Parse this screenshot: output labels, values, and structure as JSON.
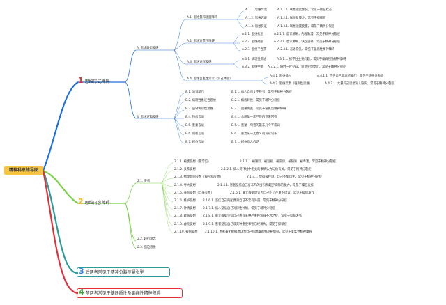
{
  "root": "精神科思维导图",
  "colors": {
    "root_bg": "#f7c544",
    "branch1": "#1f6fdc",
    "branch2": "#7bd148",
    "branch3": "#2a9a9a",
    "branch4": "#e0303a",
    "num1": "#e0303a",
    "num2": "#f7c544",
    "num3": "#2d7bd8",
    "num4": "#3aa83a"
  },
  "branches": [
    {
      "num": "1",
      "label": "思维形式障碍"
    },
    {
      "num": "2",
      "label": "思维内容障碍"
    },
    {
      "num": "3",
      "label": "后两者常见于精神分裂症紧张型"
    },
    {
      "num": "4",
      "label": "前两者常见于脑器质性及癫痫性精神障碍"
    }
  ],
  "branch1": {
    "A": "A. 思维联想障碍",
    "A1": "A.1. 思维量和速度障碍",
    "A1_items": [
      [
        "A.1.1. 思维奔逸",
        "A.1.1.1. 联想速度加快，常见于躁狂状态"
      ],
      [
        "A.1.2. 思维迟缓",
        "A.1.2.1. 联想数量少，常见于抑郁症"
      ],
      [
        "A.1.3. 思维贫乏",
        "A.1.3.1. 联想速度变慢，常见于精神分裂症"
      ]
    ],
    "A2": "A.2. 思维连贯性障碍",
    "A2_items": [
      [
        "A.2.1. 思维松弛",
        "A.2.1.1. 意识清晰，内容散漫，常见于精神分裂症"
      ],
      [
        "A.2.2. 思维破裂",
        "A.2.2.1. 意识清晰，缺乏逻辑，常见于精神分裂症"
      ],
      [
        "A.2.3. 思维不连贯",
        "A.2.3.1. 言语杂乱，常见于器质性精神障碍"
      ]
    ],
    "A3": "A.3. 思维进程障碍",
    "A3_items": [
      [
        "A.3.1. 病理性赘述",
        "A.3.1.1. 抓不住主要问题，常见于癫痫所致精神障碍"
      ],
      [
        "A.3.2. 思维中断",
        "A.3.2.1. 随时一片空白，说话突然停止，常见于精神分裂症"
      ]
    ],
    "A4": "A.4. 思维自主性异常（异己体验）",
    "A4_items": [
      [
        "A.4.1. 思维插入",
        "A.4.1.1. 不受自己意志所支配，常见于精神分裂症"
      ],
      [
        "A.4.2. 思维云集（强制性思维）",
        "A.4.2.1. 大量异己思想涌入脑内，常见于精神分裂症"
      ]
    ],
    "B": "B. 思维逻辑障碍",
    "B_items": [
      [
        "B.1. 语词新作",
        "B.1.1. 病人自创文字符号，常见于精神分裂症"
      ],
      [
        "B.2. 病理性象征性思维",
        "B.2.1. 概念转换，常见于精神分裂症"
      ],
      [
        "B.3. 逻辑倒错性思维",
        "B.3.1. 因果倒置，常见于偏执型精神障碍"
      ],
      [
        "B.4. 持续言语",
        "B.4.1. 总用第一次回答的话来回答"
      ],
      [
        "B.5. 重复言语",
        "B.5.1. 重复一句话的最末几个字或词"
      ],
      [
        "B.6. 刻板言语",
        "B.6.1. 重复某一无意义的词或句子"
      ],
      [
        "B.7. 模仿言语",
        "B.7.1. 模仿别人的话"
      ]
    ]
  },
  "branch2": {
    "s1": "2.1. 妄想",
    "items": [
      [
        "2.1.1. 被害妄想（最常见）",
        "2.1.1.1. 被跟踪、被监视、被诽谤、被隔离、被毒害，常见于精神分裂症"
      ],
      [
        "2.1.2. 关系妄想",
        "2.1.2.1. 病人将环境中无关的事情认为与他有关，常见于精神分裂症"
      ],
      [
        "2.1.3. 物理影响妄想（被控制妄想）",
        "2.1.3.1. 觉得被控制，自己不能自主，常见于精神分裂症"
      ],
      [
        "2.1.4. 夸大妄想",
        "2.1.4.1. 患者坚信自己有非凡的身份和超乎实际的能力，常见于躁狂发作"
      ],
      [
        "2.1.5. 罪恶妄想（自罪妄想）",
        "2.1.5.1. 毫无根据地认为自己犯了严重的错误，常见于抑郁发作"
      ],
      [
        "2.1.6. 嫉妒妄想",
        "2.1.6.1. 坚信自己的配偶对自己不忠有外遇，常见于精神分裂症"
      ],
      [
        "2.1.7. 钟情妄想",
        "2.1.7.1. 病人坚信自己对异性钟情，常见于精神分裂症"
      ],
      [
        "2.1.8. 疑病妄想",
        "2.1.8.1. 毫无根据坚信自己患有某种严重疾病或不治之症，常见于抑郁发作"
      ],
      [
        "2.1.9. 虚无妄想",
        "2.1.9.1. 患者坚信自己或某种重要事物已经消失，常见于抑郁症"
      ],
      [
        "2.1.10. 被窃妄想",
        "2.1.10.1. 患者毫无根据地认为自己所收藏的物品被偷窃，常见于老年性精神障碍"
      ]
    ],
    "s2": "2.2. 超价观念",
    "s3": "2.3. 强迫思维"
  }
}
